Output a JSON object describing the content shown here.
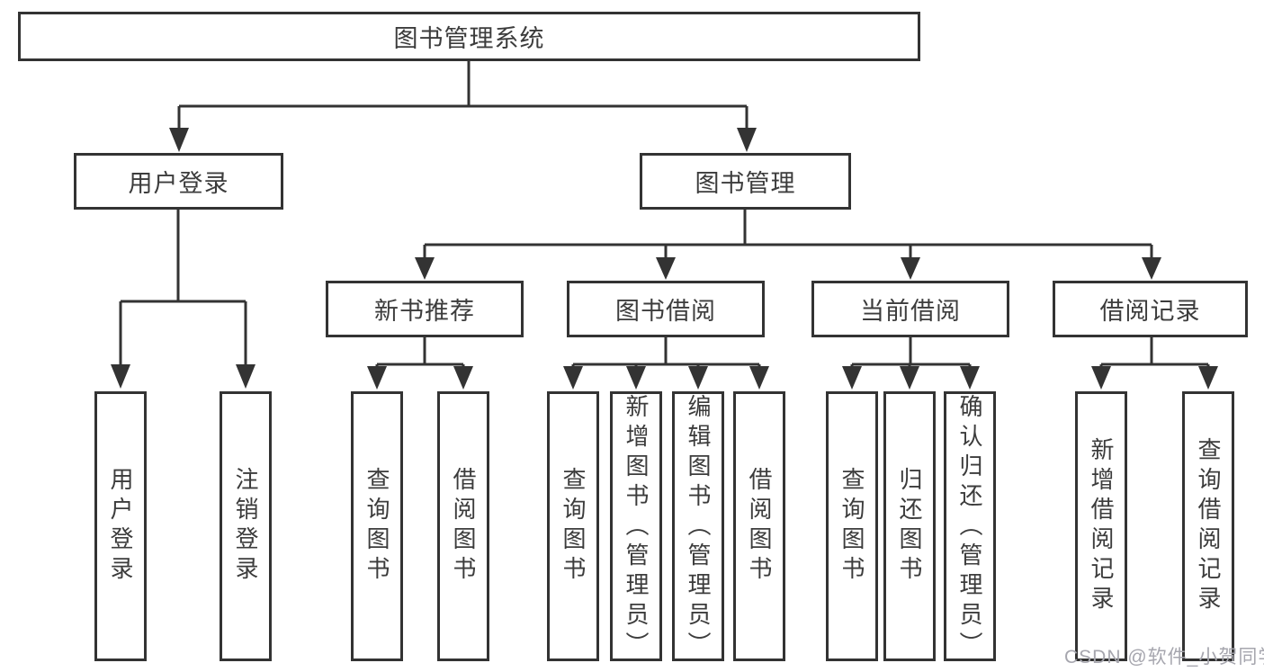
{
  "tree": {
    "label": "图书管理系统",
    "children": [
      {
        "label": "用户登录",
        "children": [
          {
            "label": "用户登录"
          },
          {
            "label": "注销登录"
          }
        ]
      },
      {
        "label": "图书管理",
        "children": [
          {
            "label": "新书推荐",
            "children": [
              {
                "label": "查询图书"
              },
              {
                "label": "借阅图书"
              }
            ]
          },
          {
            "label": "图书借阅",
            "children": [
              {
                "label": "查询图书"
              },
              {
                "label": "新增图书（管理员）"
              },
              {
                "label": "编辑图书（管理员）"
              },
              {
                "label": "借阅图书"
              }
            ]
          },
          {
            "label": "当前借阅",
            "children": [
              {
                "label": "查询图书"
              },
              {
                "label": "归还图书"
              },
              {
                "label": "确认归还（管理员）"
              }
            ]
          },
          {
            "label": "借阅记录",
            "children": [
              {
                "label": "新增借阅记录"
              },
              {
                "label": "查询借阅记录"
              }
            ]
          }
        ]
      }
    ]
  },
  "watermark": "CSDN @软件_小贺同学",
  "colors": {
    "line": "#333333",
    "box_border": "#333333",
    "text": "#3c3c3c",
    "watermark": "#a6a6ae"
  }
}
